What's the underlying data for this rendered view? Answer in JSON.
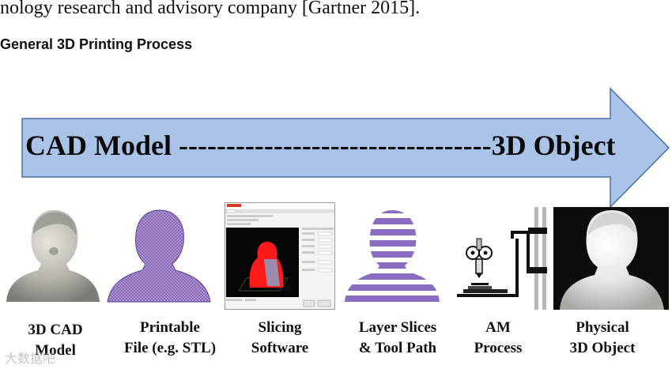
{
  "paper": {
    "top_line": "nology research and advisory company [Gartner 2015].",
    "section_title": "General 3D Printing Process"
  },
  "arrow": {
    "label": "CAD Model ---------------------------------3D Object",
    "fill_color": "#a9c4e8",
    "stroke_color": "#4a6fa5"
  },
  "stages": [
    {
      "line1": "3D CAD",
      "line2": "Model"
    },
    {
      "line1": "Printable",
      "line2": "File (e.g. STL)"
    },
    {
      "line1": "Slicing",
      "line2": "Software"
    },
    {
      "line1": "Layer Slices",
      "line2": "& Tool Path"
    },
    {
      "line1": "AM",
      "line2": "Process"
    },
    {
      "line1": "Physical",
      "line2": "3D Object"
    }
  ],
  "watermark": {
    "text": "大数据吧"
  }
}
